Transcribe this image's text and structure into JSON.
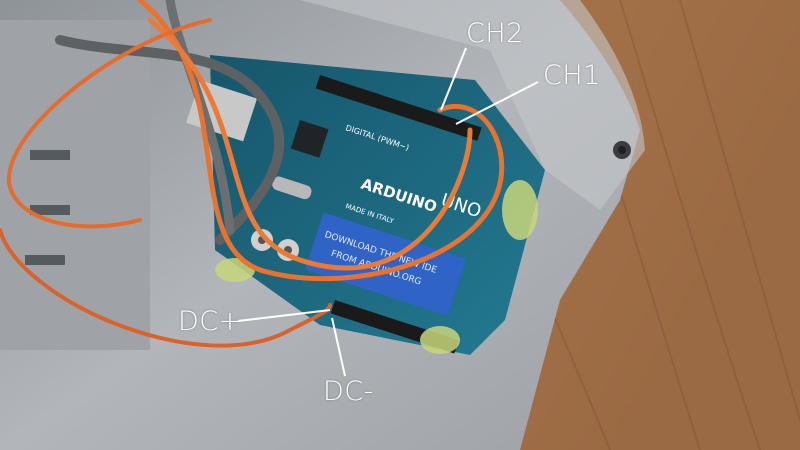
{
  "annotations": {
    "ch2": "CH2",
    "ch1": "CH1",
    "dc_plus": "DC+",
    "dc_minus": "DC-"
  },
  "board": {
    "logo_text": "ARDUINO",
    "model_text": "UNO",
    "digital_label": "DIGITAL (PWM~)",
    "made_in": "MADE IN ITALY",
    "sticker_line1": "DOWNLOAD THE NEW IDE",
    "sticker_line2": "FROM ARDUINO.ORG"
  },
  "colors": {
    "wood": "#a06e46",
    "enclosure": "#b4b8bb",
    "pcb": "#1e6e86",
    "sticker": "#2f63c6",
    "orange_wire": "#e8722e",
    "annotation_text": "#ffffff"
  }
}
